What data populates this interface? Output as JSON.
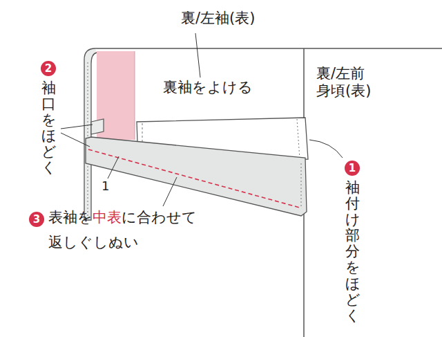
{
  "diagram": {
    "labels": [
      "裏/左袖(表)",
      "裏/左前 身頃(表)",
      "裏袖をよける",
      "2",
      "袖口をほどく",
      "1",
      "袖付け部分をほどく",
      "1",
      "3",
      "表袖を",
      "中表",
      "に合わせて",
      "返しぐしぬい"
    ]
  }
}
